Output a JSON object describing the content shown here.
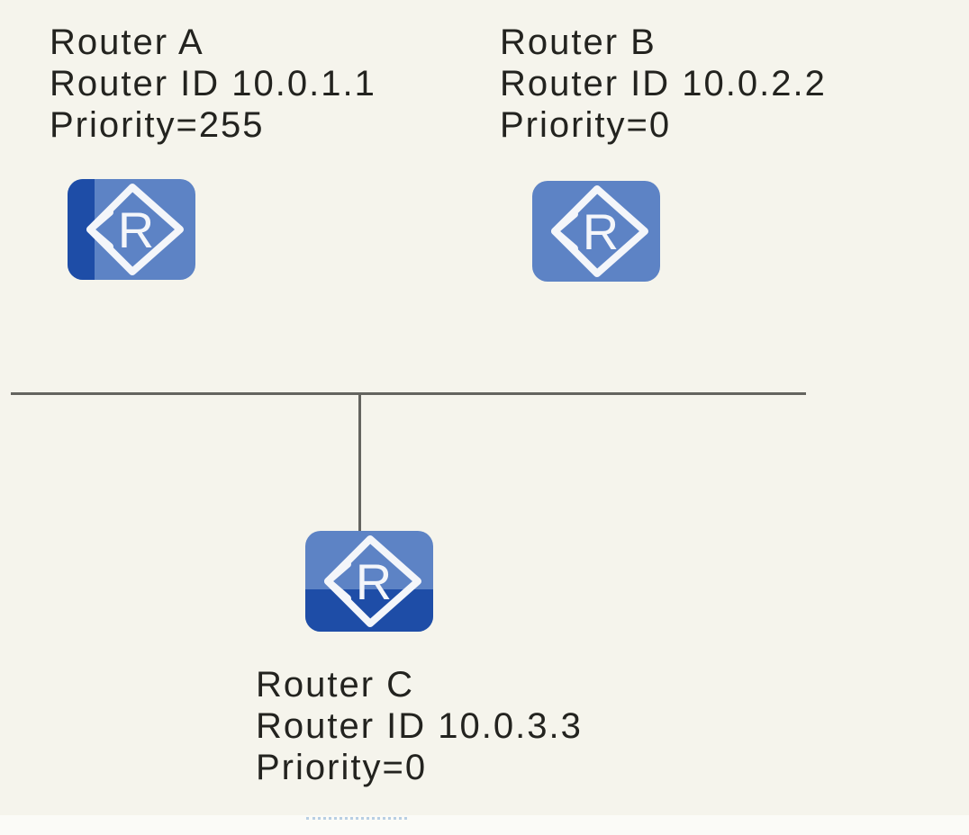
{
  "colors": {
    "background": "#f5f4ec",
    "bottom_strip": "#fbfbf7",
    "line": "#64645f",
    "text": "#23231f",
    "router_body": "#5d83c5",
    "router_dark": "#1e4da7",
    "icon_glyph": "#f4f6fa",
    "dotted_underline": "#b8cfe4"
  },
  "routers": [
    {
      "name": "Router A",
      "router_id": "Router ID 10.0.1.1",
      "priority": "Priority=255",
      "icon_letter": "R",
      "icon_variant": "left-dark-stripe"
    },
    {
      "name": "Router B",
      "router_id": "Router ID 10.0.2.2",
      "priority": "Priority=0",
      "icon_letter": "R",
      "icon_variant": "plain"
    },
    {
      "name": "Router C",
      "router_id": "Router ID 10.0.3.3",
      "priority": "Priority=0",
      "icon_letter": "R",
      "icon_variant": "bottom-dark-band"
    }
  ]
}
